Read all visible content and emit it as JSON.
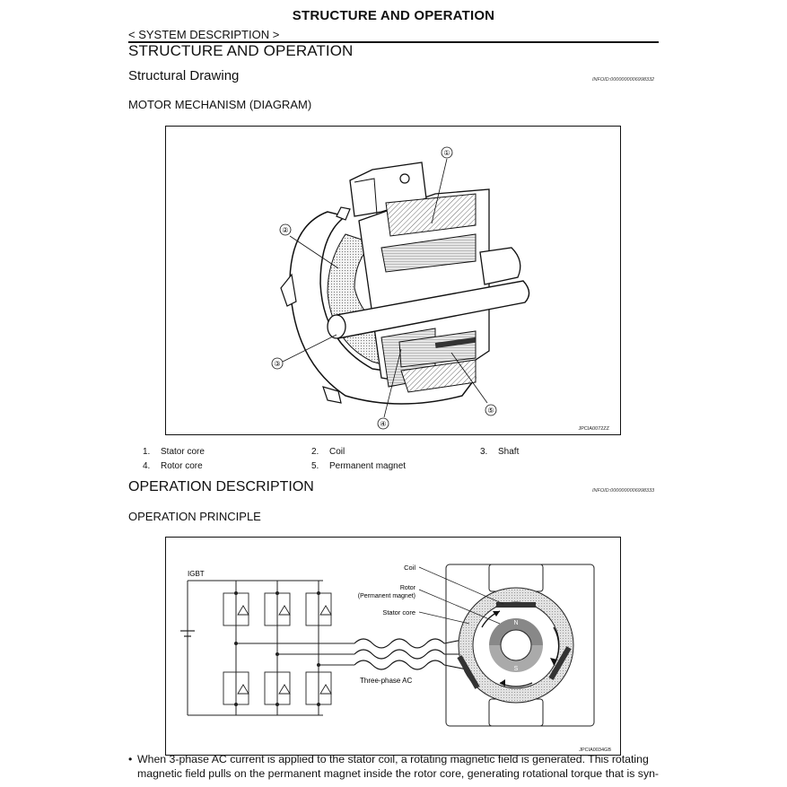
{
  "page_header": "STRUCTURE AND OPERATION",
  "breadcrumb": "< SYSTEM DESCRIPTION >",
  "main_title": "STRUCTURE AND OPERATION",
  "structural": {
    "heading": "Structural Drawing",
    "infoid": "INFOID:0000000006998332",
    "subheading": "MOTOR MECHANISM (DIAGRAM)",
    "figure_code": "JPCIA0072ZZ",
    "callouts": [
      "①",
      "②",
      "③",
      "④",
      "⑤"
    ],
    "legend": [
      {
        "num": "1.",
        "label": "Stator core"
      },
      {
        "num": "2.",
        "label": "Coil"
      },
      {
        "num": "3.",
        "label": "Shaft"
      },
      {
        "num": "4.",
        "label": "Rotor core"
      },
      {
        "num": "5.",
        "label": "Permanent magnet"
      }
    ]
  },
  "operation": {
    "heading": "OPERATION DESCRIPTION",
    "infoid": "INFOID:0000000006998333",
    "subheading": "OPERATION PRINCIPLE",
    "figure_code": "JPCIA0034GB",
    "labels": {
      "igbt": "IGBT",
      "coil": "Coil",
      "rotor": "Rotor",
      "rotor_sub": "(Permanent magnet)",
      "stator_core": "Stator core",
      "three_phase": "Three-phase AC",
      "north": "N",
      "south": "S"
    },
    "text_line1": "When 3-phase AC current is applied to the stator coil, a rotating magnetic field is generated. This rotating",
    "text_line2": "magnetic field pulls on the permanent magnet inside the rotor core, generating rotational torque that is syn-"
  }
}
